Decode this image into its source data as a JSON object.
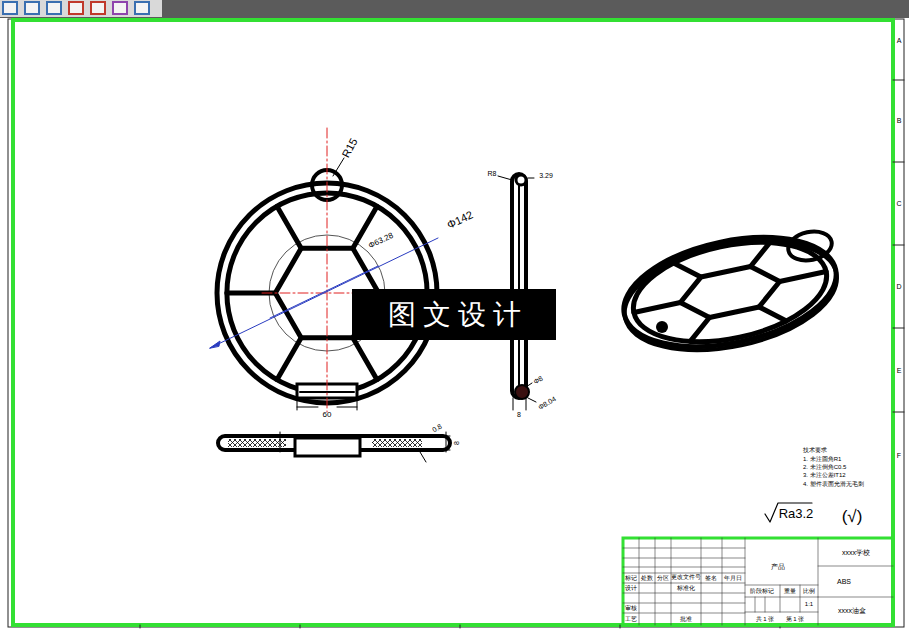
{
  "diagram": {
    "nodes": [
      {
        "text": [
          "图 文 设 计"
        ]
      }
    ],
    "labels": [
      "R15",
      "Φ142",
      "Φ63.28",
      "60",
      "R8",
      "3.29",
      "Φ8",
      "Φ8.04",
      "8",
      "0.8",
      "8",
      "技术要求",
      "1. 未注圆角R1",
      "2. 未注倒角C0.5",
      "3. 未注公差IT12",
      "4. 塑件表面光滑无毛刺",
      "Ra3.2",
      "(√)",
      "A",
      "B",
      "C",
      "D",
      "E",
      "F",
      "产品",
      "xxxx学校",
      "ABS",
      "xxxx油盒",
      "标记",
      "处数",
      "分区",
      "更改文件号",
      "签名",
      "年月日",
      "设计",
      "标准化",
      "阶段标记",
      "重量",
      "比例",
      "1:1",
      "审核",
      "工艺",
      "批准",
      "共 1 张",
      "第 1 张"
    ]
  }
}
